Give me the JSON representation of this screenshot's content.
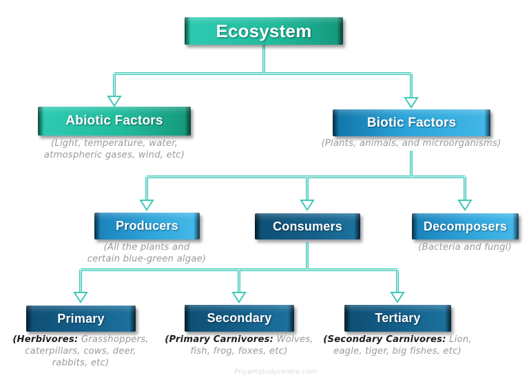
{
  "diagram": {
    "watermark": "Priyamstudycentre.com",
    "colors": {
      "connector_teal": "#3fc8b8",
      "green_box": "#1fbfa0",
      "blue_box": "#2aa3d8",
      "light_blue_box": "#2fa5da",
      "navy_box": "#15608a",
      "caption_gray": "#98999b",
      "caption_bold": "#1d1d1d"
    },
    "nodes": {
      "ecosystem": {
        "label": "Ecosystem"
      },
      "abiotic": {
        "label": "Abiotic Factors",
        "caption_line1": "(Light, temperature, water,",
        "caption_line2": "atmospheric gases, wind, etc)"
      },
      "biotic": {
        "label": "Biotic Factors",
        "caption": "(Plants, animals, and microorganisms)"
      },
      "producers": {
        "label": "Producers",
        "caption_line1": "(All the plants and",
        "caption_line2": "certain blue-green algae)"
      },
      "consumers": {
        "label": "Consumers"
      },
      "decomposers": {
        "label": "Decomposers",
        "caption": "(Bacteria and fungi)"
      },
      "primary": {
        "label": "Primary",
        "caption_bold": "(Herbivores:",
        "caption_rest1": " Grasshoppers,",
        "caption_line2": "caterpillars, cows, deer,",
        "caption_line3": "rabbits, etc)"
      },
      "secondary": {
        "label": "Secondary",
        "caption_bold": "(Primary Carnivores:",
        "caption_rest1": " Wolves,",
        "caption_line2": "fish, frog, foxes, etc)"
      },
      "tertiary": {
        "label": "Tertiary",
        "caption_bold": "(Secondary Carnivores:",
        "caption_rest1": " Lion,",
        "caption_line2": "eagle, tiger, big fishes, etc)"
      }
    }
  }
}
